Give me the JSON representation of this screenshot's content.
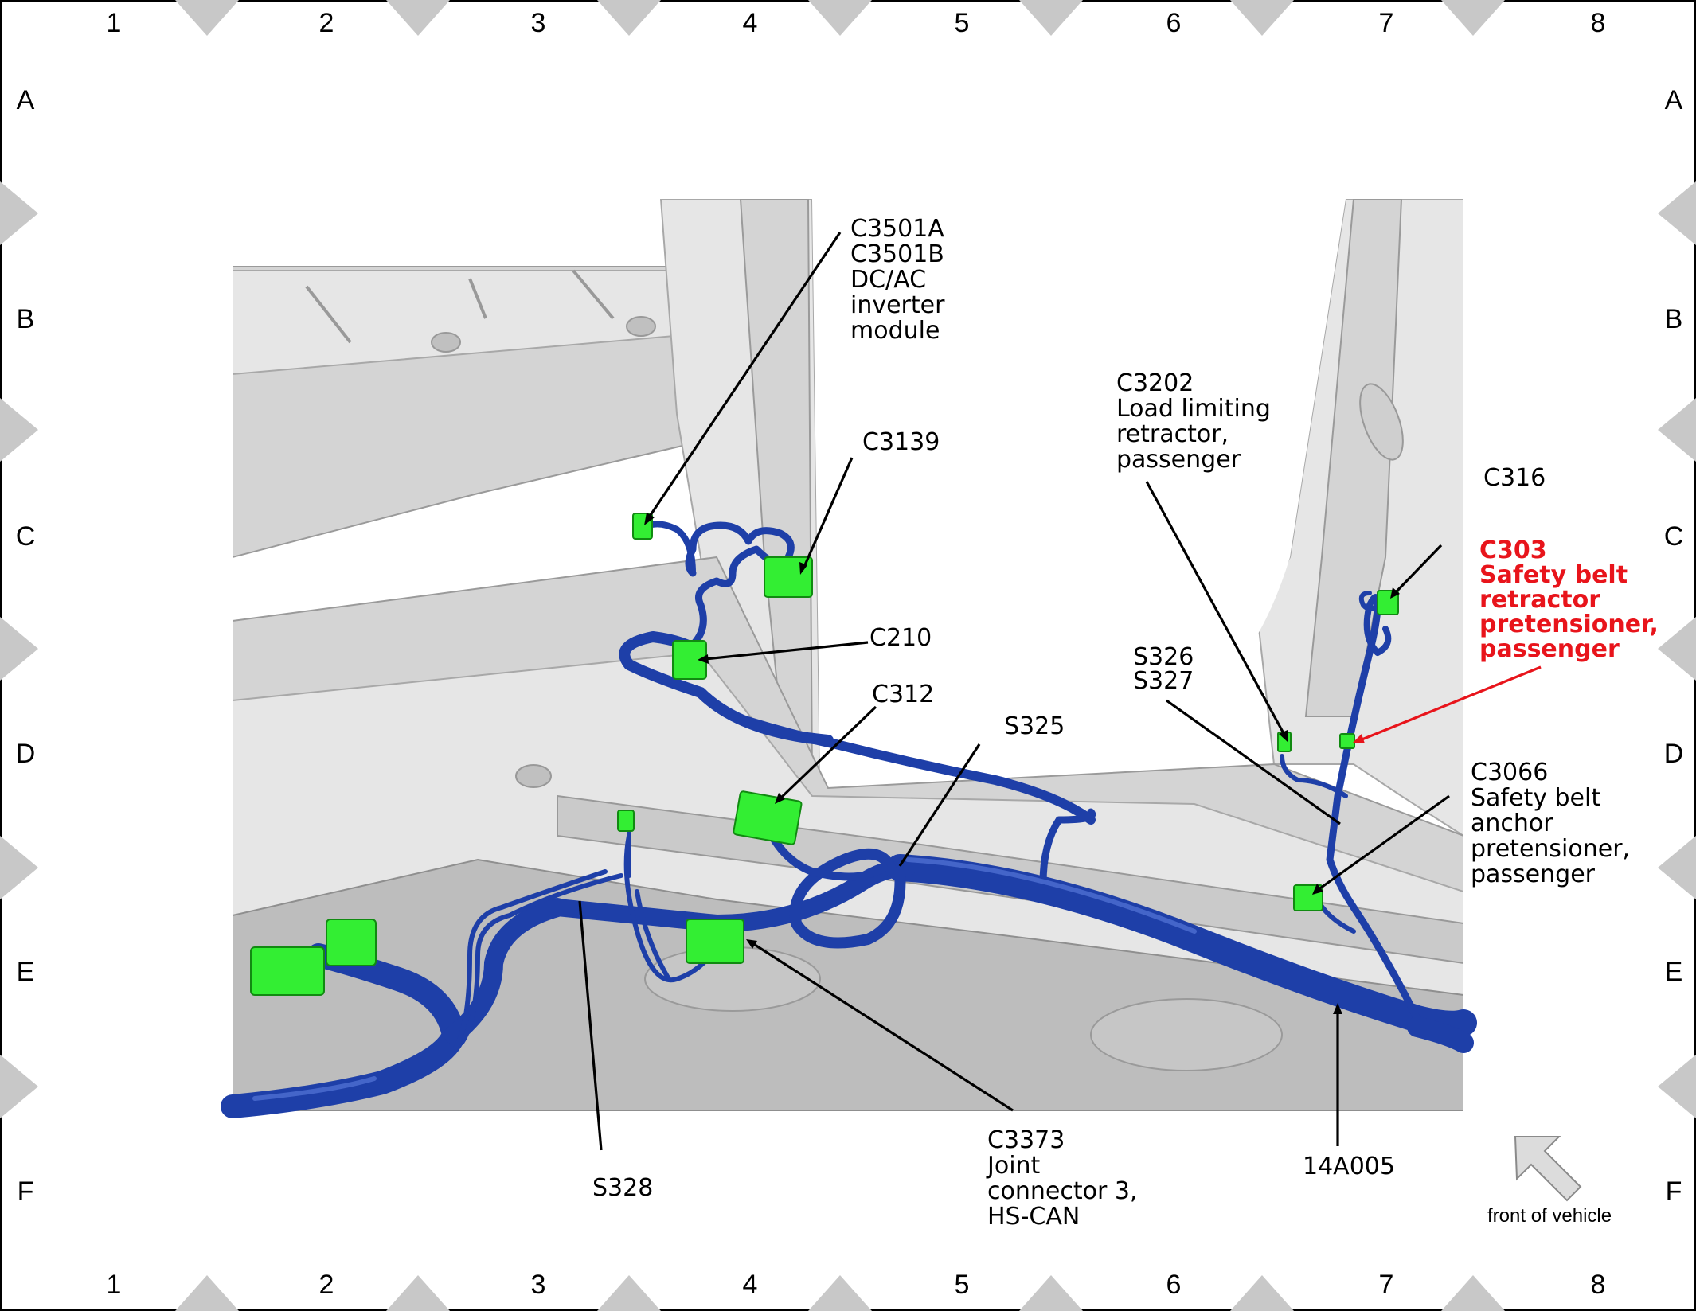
{
  "grid": {
    "columns": [
      "1",
      "2",
      "3",
      "4",
      "5",
      "6",
      "7",
      "8"
    ],
    "rows": [
      "A",
      "B",
      "C",
      "D",
      "E",
      "F"
    ]
  },
  "callouts": {
    "c3501": [
      "C3501A",
      "C3501B",
      "DC/AC",
      "inverter",
      "module"
    ],
    "c3139": [
      "C3139"
    ],
    "c210": [
      "C210"
    ],
    "c312": [
      "C312"
    ],
    "s325": [
      "S325"
    ],
    "c3202": [
      "C3202",
      "Load limiting",
      "retractor,",
      "passenger"
    ],
    "s326": [
      "S326",
      "S327"
    ],
    "c316": [
      "C316"
    ],
    "c303": [
      "C303",
      "Safety belt",
      "retractor",
      "pretensioner,",
      "passenger"
    ],
    "c3066": [
      "C3066",
      "Safety belt",
      "anchor",
      "pretensioner,",
      "passenger"
    ],
    "s328": [
      "S328"
    ],
    "c3373": [
      "C3373",
      "Joint",
      "connector 3,",
      "HS-CAN"
    ],
    "harness": [
      "14A005"
    ]
  },
  "orientation_label": "front of vehicle",
  "colors": {
    "harness": "#1e3fa8",
    "connector": "#33ee33",
    "highlight": "#e8141b",
    "body": "#d4d4d4"
  }
}
